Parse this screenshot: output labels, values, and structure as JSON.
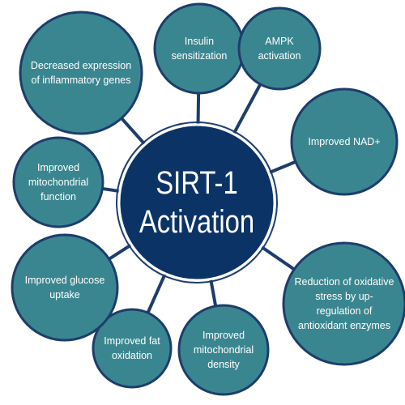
{
  "colors": {
    "center_fill": "#0b3366",
    "center_stroke": "#ffffff",
    "node_fill": "#3a8690",
    "node_stroke": "#1d3d6b",
    "connector": "#1d3d6b",
    "text": "#ffffff"
  },
  "center": {
    "line1": "SIRT-1",
    "line2": "Activation"
  },
  "nodes": [
    {
      "id": "inflammatory",
      "lines": [
        "Decreased expression",
        "of inflammatory genes"
      ]
    },
    {
      "id": "insulin",
      "lines": [
        "Insulin",
        "sensitization"
      ]
    },
    {
      "id": "ampk",
      "lines": [
        "AMPK",
        "activation"
      ]
    },
    {
      "id": "nad",
      "lines": [
        "Improved NAD+"
      ]
    },
    {
      "id": "oxidative",
      "lines": [
        "Reduction of oxidative",
        "stress by up-",
        "regulation of",
        "antioxidant enzymes"
      ]
    },
    {
      "id": "mito-density",
      "lines": [
        "Improved",
        "mitochondrial",
        "density"
      ]
    },
    {
      "id": "fat",
      "lines": [
        "Improved fat",
        "oxidation"
      ]
    },
    {
      "id": "glucose",
      "lines": [
        "Improved glucose",
        "uptake"
      ]
    },
    {
      "id": "mito-function",
      "lines": [
        "Improved",
        "mitochondrial",
        "function"
      ]
    }
  ]
}
